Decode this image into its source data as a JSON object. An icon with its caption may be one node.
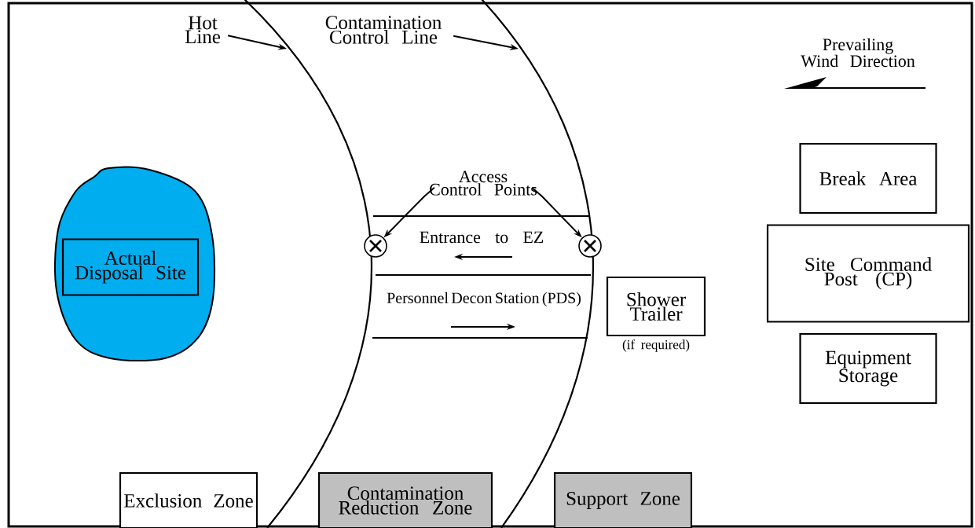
{
  "diagram": {
    "nodes": [
      {
        "text": [
          "Hot Line"
        ]
      },
      {
        "text": [
          "Contamination Control Line"
        ]
      },
      {
        "text": [],
        "shape": "cloud"
      },
      {
        "text": [
          "Actual Disposal Site"
        ],
        "in": 2
      },
      {
        "text": [
          "Access Control Points"
        ]
      },
      {
        "text": [],
        "shape": "circle"
      },
      {
        "text": [],
        "shape": "circle"
      },
      {
        "text": [
          "Entrance to EZ"
        ]
      },
      {
        "text": [
          "Personnel Decon Station (PDS)"
        ]
      },
      {
        "text": [
          "Shower Trailer"
        ],
        "beside": [
          "(if required)"
        ]
      },
      {
        "text": [
          "Break Area"
        ]
      },
      {
        "text": [
          "Site Command Post (CP)"
        ]
      },
      {
        "text": [
          "Equipment Storage"
        ]
      },
      {
        "text": [
          "Exclusion Zone"
        ]
      },
      {
        "text": [
          "Contamination Reduction Zone"
        ]
      },
      {
        "text": [
          "Support Zone"
        ]
      }
    ],
    "edges": [
      {
        "from": 0,
        "to": null,
        "arrow": "to"
      },
      {
        "from": 1,
        "to": null,
        "arrow": "to"
      },
      {
        "from": 4,
        "to": 5,
        "arrow": "to"
      },
      {
        "from": 4,
        "to": 6,
        "arrow": "to"
      }
    ],
    "labels": [
      "Prevailing Wind Direction"
    ]
  }
}
